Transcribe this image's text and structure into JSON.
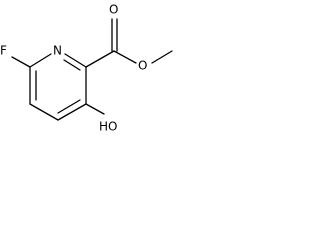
{
  "atoms": {
    "fluorine": "F",
    "nitrogen": "N",
    "carbonyl_oxygen": "O",
    "ester_oxygen": "O",
    "hydroxyl": "HO"
  }
}
